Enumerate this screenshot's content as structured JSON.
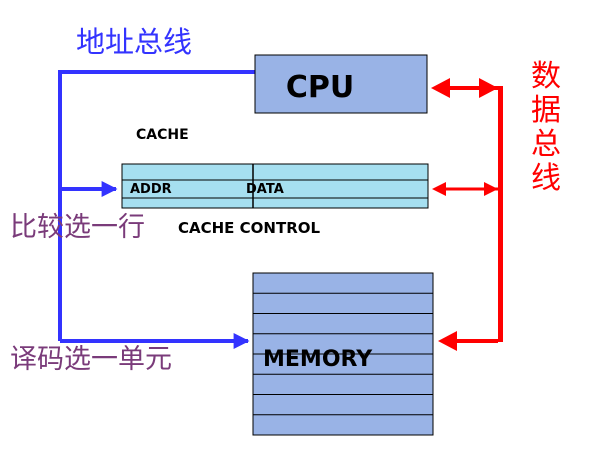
{
  "labels": {
    "address_bus": "地址总线",
    "data_bus": "数据总线",
    "cpu": "CPU",
    "cache": "CACHE",
    "addr": "ADDR",
    "data": "DATA",
    "compare_select_row": "比较选一行",
    "cache_control": "CACHE  CONTROL",
    "decode_select_unit": "译码选一单元",
    "memory": "MEMORY"
  },
  "colors": {
    "address_bus": "#3333ff",
    "data_bus": "#ff0000",
    "cpu_fill": "#99b3e6",
    "cache_fill": "#a6dff0",
    "memory_fill": "#99b3e6",
    "purple_text": "#7a3b7a",
    "outline": "#000000"
  },
  "memory_rows": 8
}
